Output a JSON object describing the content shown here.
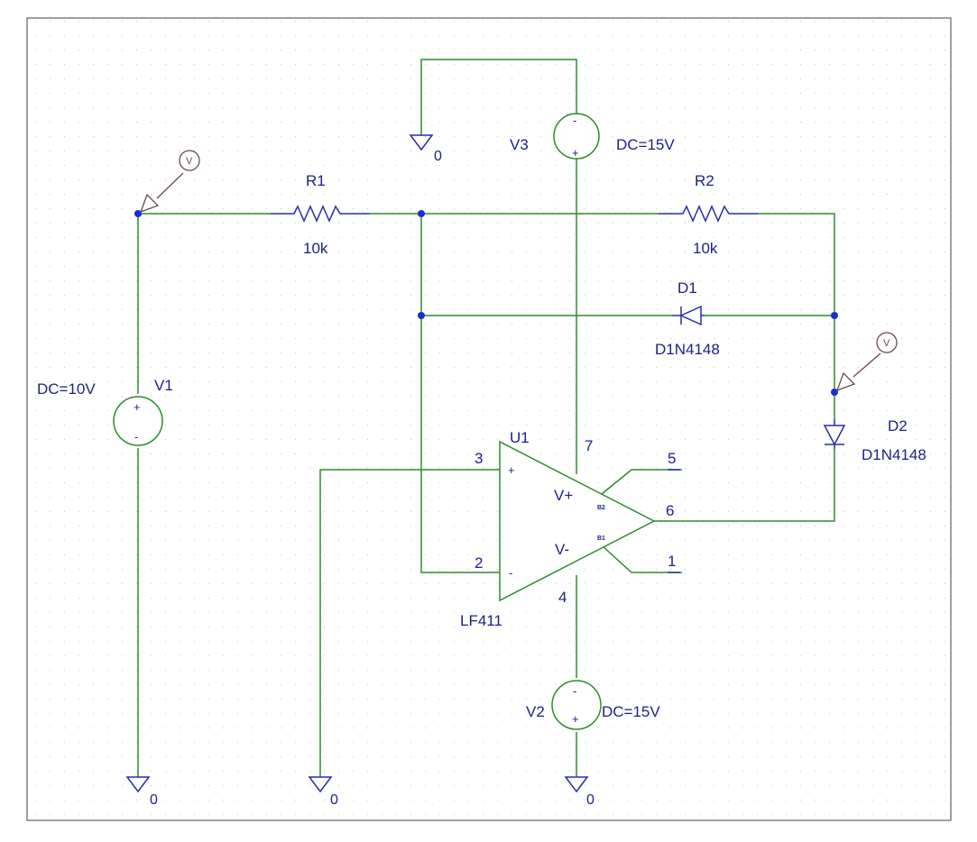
{
  "sources": {
    "v1": {
      "name": "V1",
      "value": "DC=10V",
      "plus": "+",
      "minus": "-"
    },
    "v2": {
      "name": "V2",
      "value": "DC=15V",
      "plus": "+",
      "minus": "-"
    },
    "v3": {
      "name": "V3",
      "value": "DC=15V",
      "plus": "+",
      "minus": "-"
    }
  },
  "resistors": {
    "r1": {
      "name": "R1",
      "value": "10k"
    },
    "r2": {
      "name": "R2",
      "value": "10k"
    }
  },
  "diodes": {
    "d1": {
      "name": "D1",
      "model": "D1N4148"
    },
    "d2": {
      "name": "D2",
      "model": "D1N4148"
    }
  },
  "opamp": {
    "name": "U1",
    "model": "LF411",
    "pins": {
      "p3": "3",
      "p2": "2",
      "p7": "7",
      "p4": "4",
      "p6": "6",
      "p5": "5",
      "p1": "1"
    },
    "labels": {
      "in_plus": "+",
      "in_minus": "-",
      "vplus": "V+",
      "vminus": "V-",
      "b2": "B2",
      "b1": "B1"
    }
  },
  "probes": {
    "label": "V"
  },
  "ground": {
    "label": "0"
  },
  "colors": {
    "wire": "#2e8b2e",
    "text": "#202088",
    "junction": "#1a2ed6",
    "grid": "#c8c8c8"
  }
}
